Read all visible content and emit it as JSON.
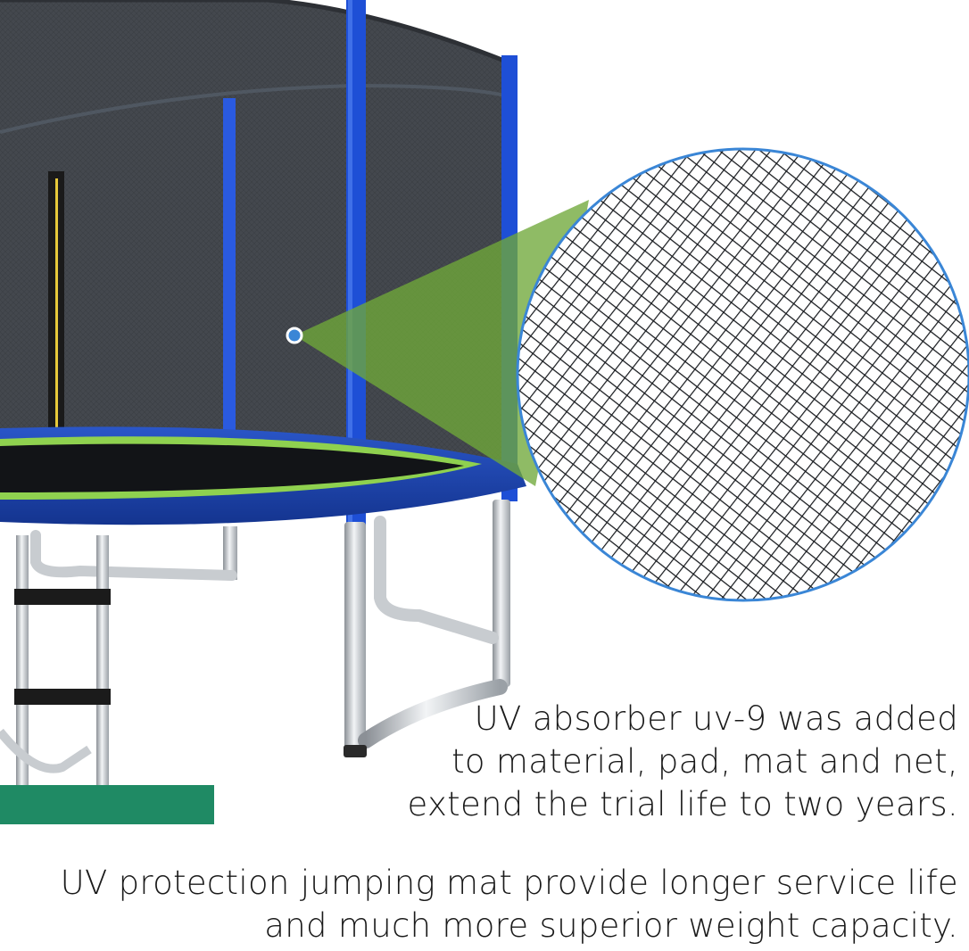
{
  "product": "trampoline with safety enclosure net",
  "callout": {
    "marker": "blue-dot-marker",
    "zoom_subject": "net-mesh-closeup"
  },
  "captions": {
    "uv_absorber": [
      "UV absorber uv-9 was added",
      "to material, pad, mat and net,",
      "extend the trial life to two years."
    ],
    "jumping_mat": [
      "UV protection jumping mat provide longer service life",
      "and much more superior weight capacity."
    ]
  },
  "colors": {
    "net": "#3b3f45",
    "pole_blue": "#1e4fd6",
    "pad_blue": "#1a3fb0",
    "mat_rim_green": "#8fd14f",
    "callout_green": "#6fa83a",
    "floor_mat": "#1f8a64",
    "marker": "#3a86d6"
  }
}
